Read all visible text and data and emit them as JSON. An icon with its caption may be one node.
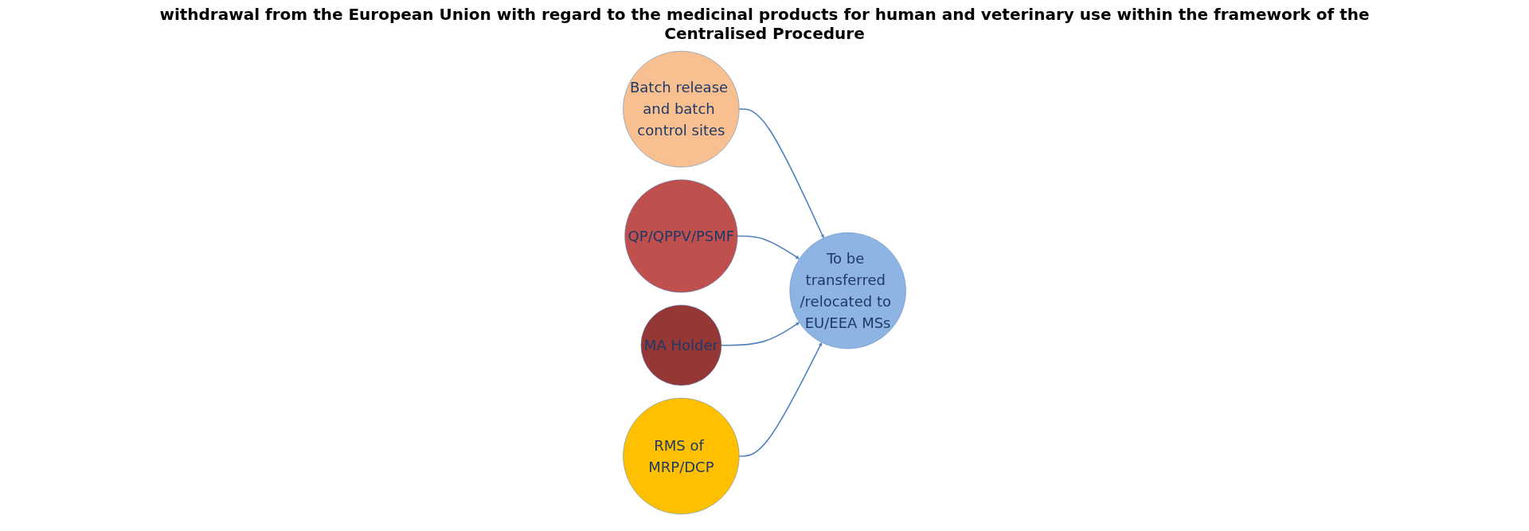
{
  "diagram": {
    "title": "withdrawal from the European Union with regard to the medicinal products for human and veterinary use within the framework of the Centralised Procedure",
    "nodes": [
      {
        "text": [
          "Batch release and batch control sites"
        ]
      },
      {
        "text": [
          "QP/QPPV/PSMF"
        ]
      },
      {
        "text": [
          "MA Holder"
        ]
      },
      {
        "text": [
          "RMS of MRP/DCP"
        ]
      },
      {
        "text": [
          "To be transferred /relocated to EU/EEA MSs"
        ]
      }
    ],
    "edges": [
      {
        "from": 0,
        "to": 4,
        "arrow": "to"
      },
      {
        "from": 1,
        "to": 4,
        "arrow": "to"
      },
      {
        "from": 2,
        "to": 4,
        "arrow": "to"
      },
      {
        "from": 3,
        "to": 4,
        "arrow": "to"
      }
    ]
  }
}
